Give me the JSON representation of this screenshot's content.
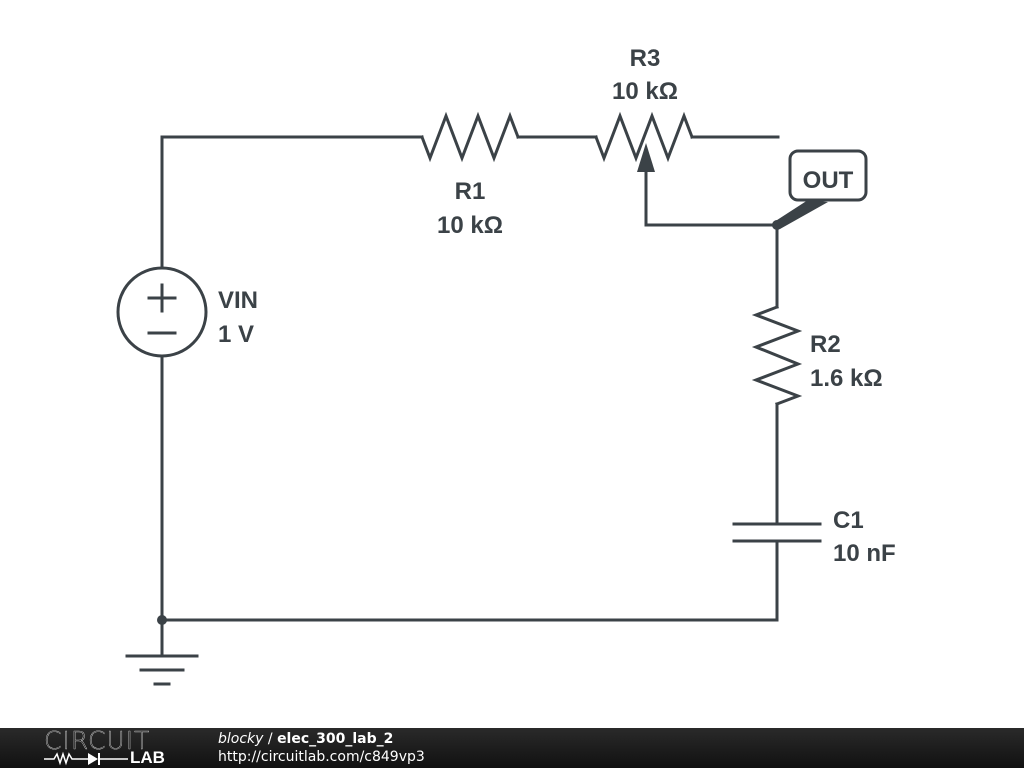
{
  "circuit": {
    "components": [
      {
        "id": "VIN",
        "type": "voltage-source",
        "name": "VIN",
        "value": "1 V"
      },
      {
        "id": "R1",
        "type": "resistor",
        "name": "R1",
        "value": "10 kΩ"
      },
      {
        "id": "R3",
        "type": "potentiometer",
        "name": "R3",
        "value": "10 kΩ"
      },
      {
        "id": "R2",
        "type": "resistor",
        "name": "R2",
        "value": "1.6 kΩ"
      },
      {
        "id": "C1",
        "type": "capacitor",
        "name": "C1",
        "value": "10 nF"
      }
    ],
    "labels": {
      "vin_name": "VIN",
      "vin_value": "1 V",
      "r1_name": "R1",
      "r1_value": "10 kΩ",
      "r3_name": "R3",
      "r3_value": "10 kΩ",
      "r2_name": "R2",
      "r2_value": "1.6 kΩ",
      "c1_name": "C1",
      "c1_value": "10 nF",
      "out_label": "OUT",
      "vin_plus": "+",
      "vin_minus": "−"
    },
    "colors": {
      "ink": "#3b4247",
      "background": "#ffffff"
    }
  },
  "footer": {
    "logo_top": "CIRCUIT",
    "logo_bottom": "LAB",
    "user": "blocky",
    "separator": " / ",
    "project": "elec_300_lab_2",
    "url": "http://circuitlab.com/c849vp3"
  }
}
